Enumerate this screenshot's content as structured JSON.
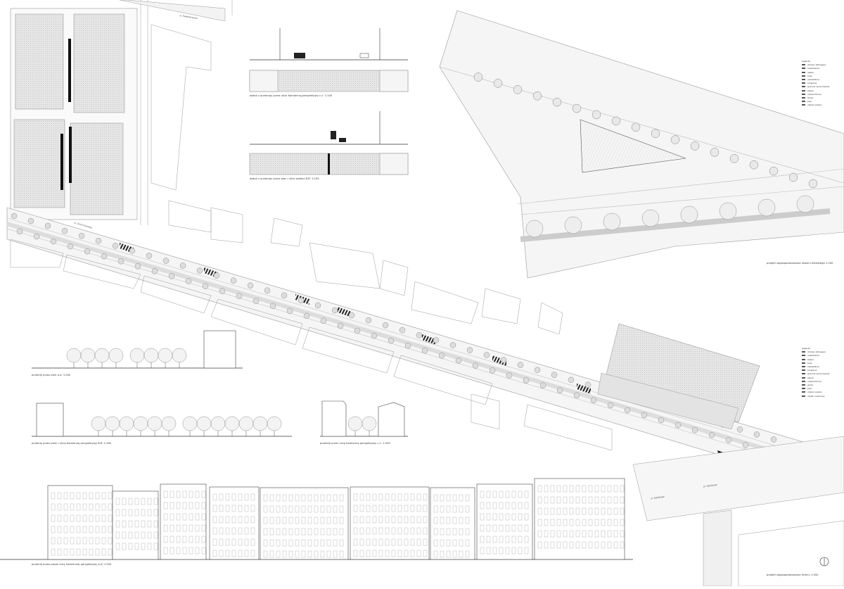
{
  "board": {
    "street_labels": {
      "top": "ul. Świętokrzyska",
      "bottom_left": "ul. Kaliskiego",
      "bottom_mid": "pl. Kaliskiego",
      "main": "ul. Armii Krajowej"
    },
    "captions": {
      "section_top": "widok z przekroju przez ulice Kamienną-perspektywy c-c' 1:100",
      "section_mid": "widok z przekroju przez plac i ulicę wzdłuż B-B' 1:100",
      "plan_plaza": "projekt zagospodarowania skweru Kaliskiego 1:200",
      "section_aa": "przekrój przez park a-a' 1:500",
      "section_bb": "przekrój przez parki i ulicę Kamienną perspektywy B-B' 1:500",
      "section_cc": "przekrój przez ulicę Kamienną perspektywy c-c' 1:500",
      "elevation": "przekrój przez pasaż ulicy Kamiennej perspektywy A-A' 1:500",
      "plan_bottom": "projekt zagospodarowania terenu 1:500"
    },
    "legend_1": {
      "title": "legenda",
      "items": [
        "drzewo istniejące",
        "nasadzenia",
        "ławka",
        "kosz",
        "oświetlenie",
        "przejście",
        "granica opracowania",
        "zieleń",
        "nawierzchnia",
        "woda",
        "plac",
        "obszar pieszy"
      ]
    },
    "legend_2": {
      "title": "legenda",
      "items": [
        "drzewo istniejące",
        "nasadzenia",
        "ławka",
        "kosz",
        "oświetlenie",
        "przejście",
        "granica opracowania",
        "zieleń",
        "nawierzchnia",
        "woda",
        "plac",
        "obszar pieszy",
        "stojak rowerowy"
      ]
    }
  }
}
